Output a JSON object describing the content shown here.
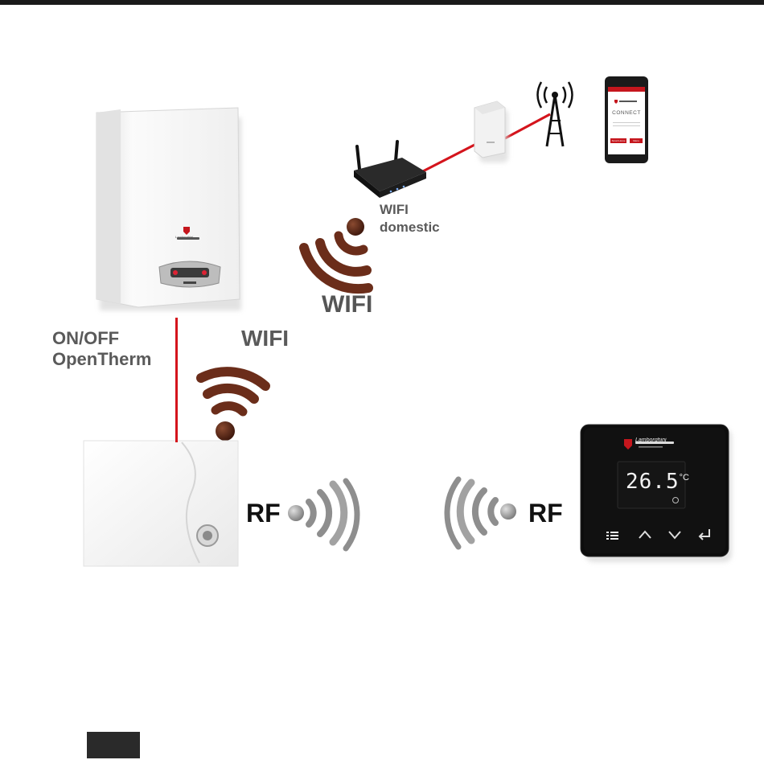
{
  "labels": {
    "onoff_line1": "ON/OFF",
    "onoff_line2": "OpenTherm",
    "wifi_receiver": "WIFI",
    "wifi_router": "WIFI",
    "wifi_domestic_line1": "WIFI",
    "wifi_domestic_line2": "domestic",
    "rf_left": "RF",
    "rf_right": "RF"
  },
  "phone": {
    "screen_title": "CONNECT",
    "button_left": "Smart Home",
    "button_right": "Menu"
  },
  "thermostat": {
    "brand": "Lamborghini",
    "temperature": "26.5",
    "unit": "°C"
  },
  "boiler": {
    "brand": "Lamborghini"
  },
  "colors": {
    "link_line": "#d4141c",
    "wifi_waves": "#6b2d1a",
    "rf_waves": "#8e8e8e"
  }
}
